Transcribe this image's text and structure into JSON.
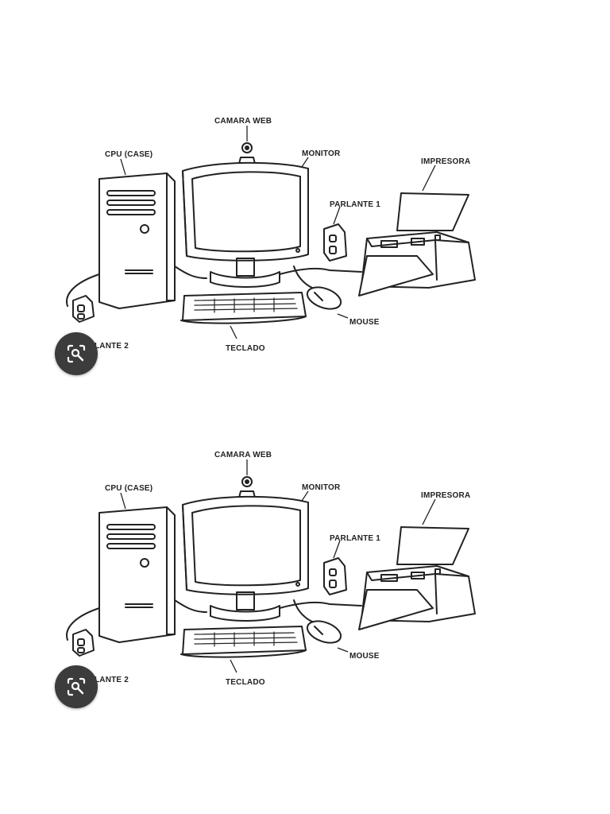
{
  "diagram": {
    "labels": {
      "webcam": "CAMARA WEB",
      "cpu": "CPU (CASE)",
      "monitor": "MONITOR",
      "printer": "IMPRESORA",
      "speaker1": "PARLANTE 1",
      "speaker2": "PARLANTE 2",
      "mouse": "MOUSE",
      "keyboard": "TECLADO"
    }
  },
  "icons": {
    "visual_search": "image-search-icon"
  },
  "colors": {
    "line": "#222222",
    "lens_button": "#3c3c3c"
  }
}
